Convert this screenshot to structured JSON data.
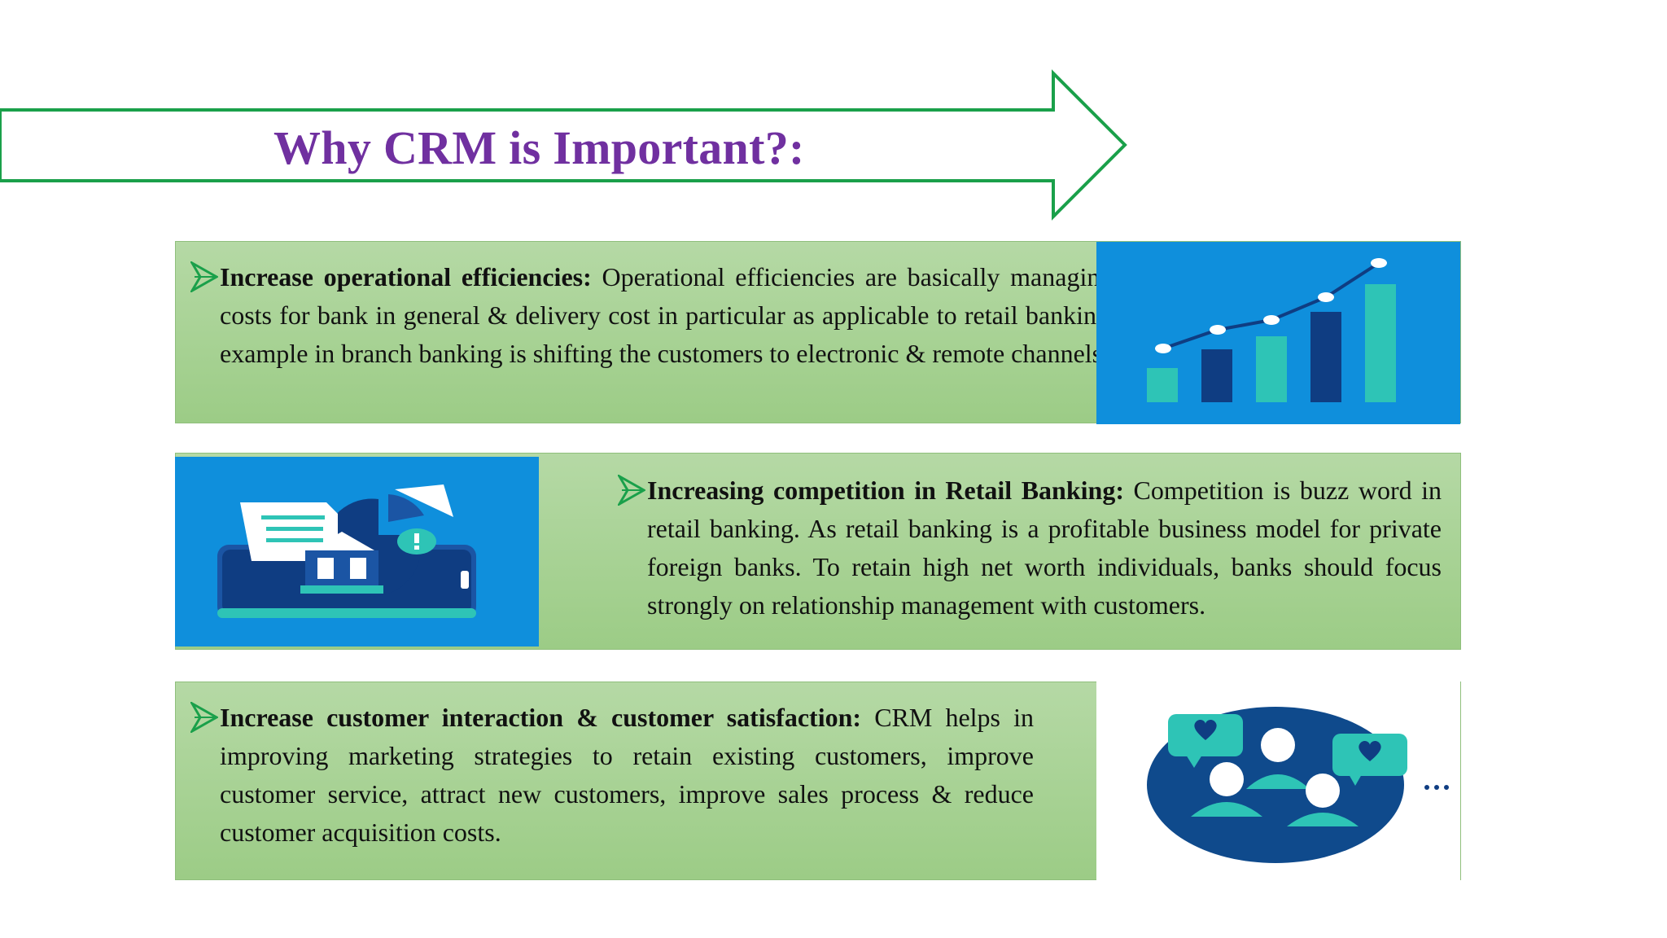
{
  "slide": {
    "title": "Why CRM is Important?:"
  },
  "points": [
    {
      "heading": "Increase operational efficiencies:",
      "body": "Operational efficiencies are basically managing operational costs for bank in general & delivery cost in particular as applicable to retail banking. The classic example in branch banking is shifting the customers to electronic & remote channels like ATM.",
      "image": "growth-bar-chart-icon"
    },
    {
      "heading": "Increasing competition in Retail Banking:",
      "body": "Competition is buzz word in retail banking. As retail banking is a profitable business model for private foreign banks. To retain high net worth individuals, banks should focus strongly on relationship management with customers.",
      "image": "mobile-banking-icon"
    },
    {
      "heading": "Increase customer interaction & customer satisfaction:",
      "body": "CRM helps in improving marketing strategies to retain existing customers, improve customer service, attract new customers, improve sales process & reduce customer acquisition costs.",
      "image": "customer-community-icon"
    }
  ],
  "colors": {
    "title": "#7030a0",
    "arrow_outline": "#1aa04a",
    "bullet": "#1aa04a",
    "panel_green": "#a8d295",
    "image_blue": "#0f8fdc",
    "navy": "#0f3d82",
    "teal": "#2ec4b6"
  }
}
